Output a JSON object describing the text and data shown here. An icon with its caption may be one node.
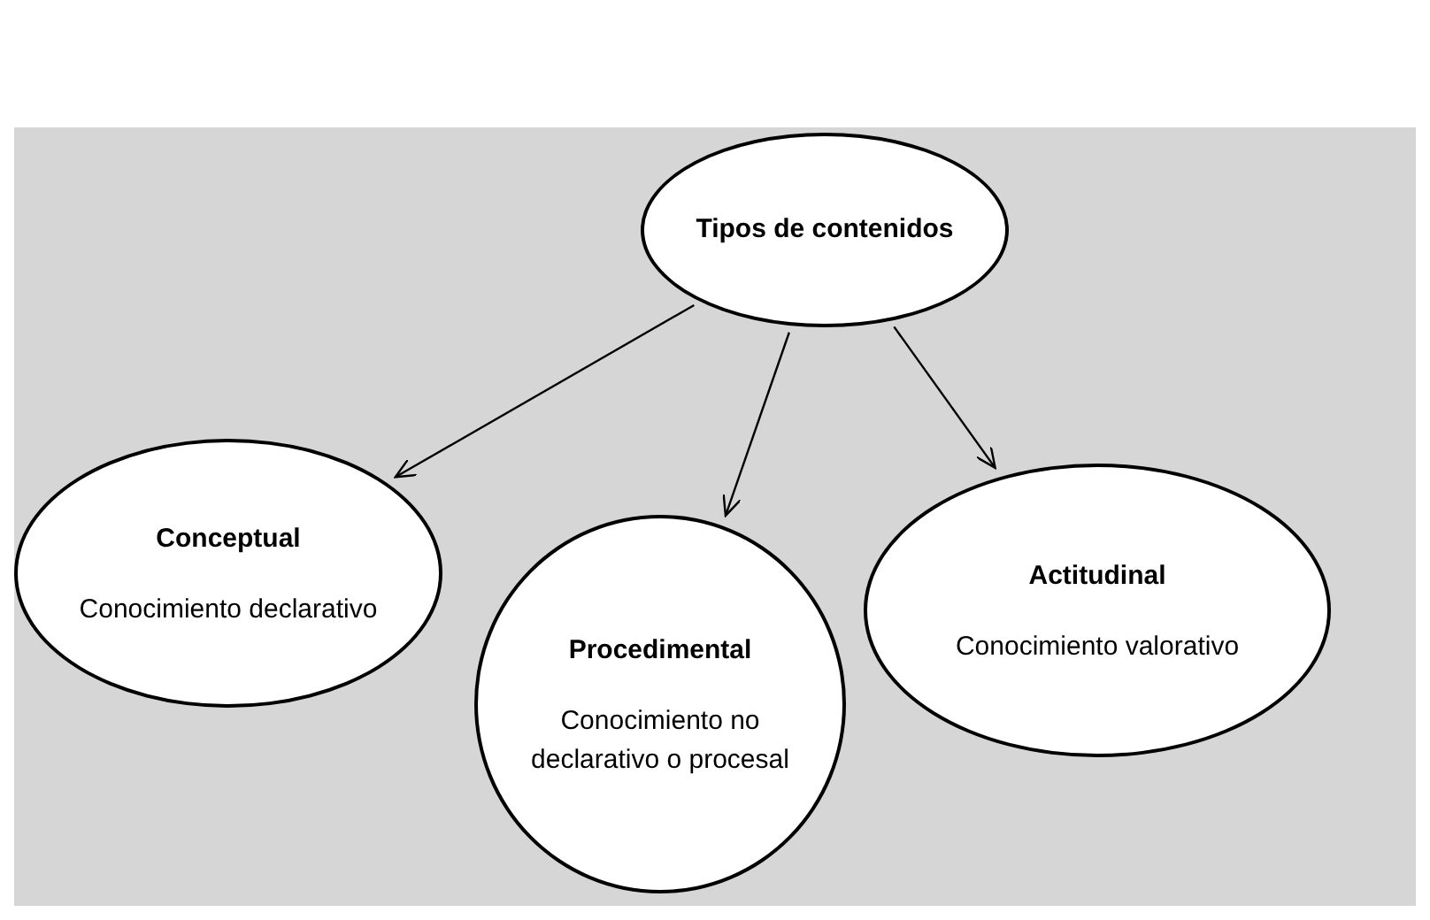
{
  "diagram": {
    "nodes": [
      {
        "text": [
          "Tipos de contenidos"
        ]
      },
      {
        "text": [
          "Conceptual",
          "Conocimiento declarativo"
        ]
      },
      {
        "text": [
          "Procedimental",
          "Conocimiento no declarativo o procesal"
        ]
      },
      {
        "text": [
          "Actitudinal",
          "Conocimiento valorativo"
        ]
      }
    ],
    "edges": [
      {
        "from": 0,
        "to": 1,
        "arrow": "to"
      },
      {
        "from": 0,
        "to": 2,
        "arrow": "to"
      },
      {
        "from": 0,
        "to": 3,
        "arrow": "to"
      }
    ]
  }
}
